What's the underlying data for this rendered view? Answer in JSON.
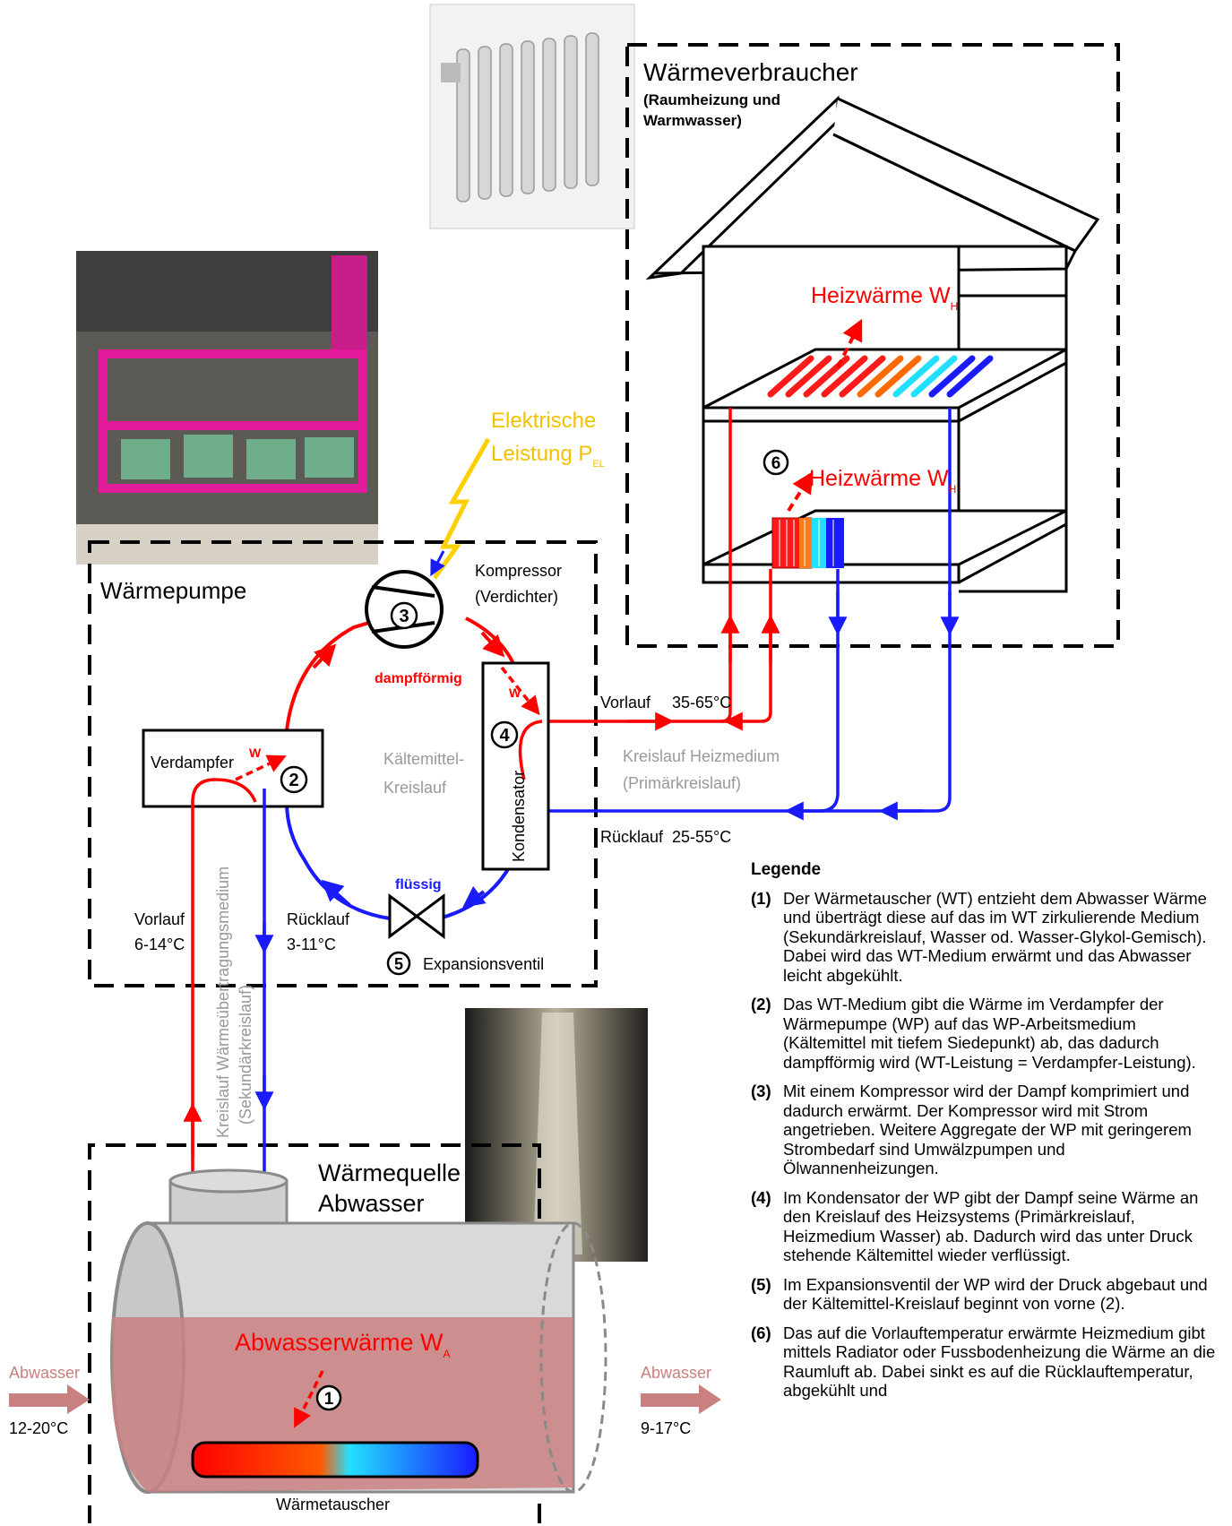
{
  "consumer": {
    "title": "Wärmeverbraucher",
    "subtitle_line1": "(Raumheizung und",
    "subtitle_line2": "Warmwasser)",
    "heat_upper": "Heizwärme W",
    "heat_upper_sub": "H",
    "heat_lower": "Heizwärme W",
    "heat_lower_sub": "H",
    "marker": "6"
  },
  "power": {
    "line1": "Elektrische",
    "line2": "Leistung P",
    "sub": "EL"
  },
  "heatpump": {
    "title": "Wärmepumpe",
    "compressor_line1": "Kompressor",
    "compressor_line2": "(Verdichter)",
    "compressor_marker": "3",
    "vapor_label": "dampfförmig",
    "w_condenser": "W",
    "w_evaporator": "W",
    "condenser_label": "Kondensator",
    "condenser_marker": "4",
    "evaporator_label": "Verdampfer",
    "evaporator_marker": "2",
    "refrigerant_line1": "Kältemittel-",
    "refrigerant_line2": "Kreislauf",
    "liquid_label": "flüssig",
    "valve_marker": "5",
    "valve_label": "Expansionsventil"
  },
  "primary": {
    "supply_label": "Vorlauf",
    "supply_temp": "35-65°C",
    "circuit_line1": "Kreislauf Heizmedium",
    "circuit_line2": "(Primärkreislauf)",
    "return_label": "Rücklauf",
    "return_temp": "25-55°C"
  },
  "secondary": {
    "supply_label": "Vorlauf",
    "supply_temp": "6-14°C",
    "return_label": "Rücklauf",
    "return_temp": "3-11°C",
    "circuit_line1": "Kreislauf Wärmeübertragungsmedium",
    "circuit_line2": "(Sekundärkreislauf)"
  },
  "source": {
    "title_line1": "Wärmequelle",
    "title_line2": "Abwasser",
    "heat_label": "Abwasserwärme W",
    "heat_sub": "A",
    "marker": "1",
    "exchanger_label": "Wärmetauscher",
    "in_label": "Abwasser",
    "in_temp": "12-20°C",
    "out_label": "Abwasser",
    "out_temp": "9-17°C"
  },
  "legend": {
    "title": "Legende",
    "items": [
      {
        "num": "(1)",
        "text": "Der Wärmetauscher (WT) entzieht dem Abwasser Wärme und überträgt diese auf das im WT zirkulierende Medium (Sekundärkreislauf, Wasser od. Wasser-Glykol-Gemisch). Dabei wird das WT-Medium erwärmt und das Abwasser leicht abgekühlt."
      },
      {
        "num": "(2)",
        "text": "Das WT-Medium gibt die Wärme im Verdampfer der Wärmepumpe (WP) auf das WP-Arbeitsmedium (Kältemittel mit tiefem Siedepunkt) ab, das dadurch dampfförmig wird (WT-Leistung = Verdampfer-Leistung)."
      },
      {
        "num": "(3)",
        "text": "Mit einem Kompressor wird der Dampf komprimiert und dadurch erwärmt. Der Kompressor wird mit Strom angetrieben. Weitere Aggregate der WP mit geringerem Strombedarf sind Umwälzpumpen und Ölwannenheizungen."
      },
      {
        "num": "(4)",
        "text": "Im Kondensator der WP gibt der Dampf seine Wärme an den Kreislauf des Heizsystems (Primärkreislauf, Heizmedium Wasser) ab. Dadurch wird das unter Druck stehende Kältemittel wieder verflüssigt."
      },
      {
        "num": "(5)",
        "text": "Im Expansionsventil der WP wird der Druck abgebaut und der Kältemittel-Kreislauf beginnt von vorne (2)."
      },
      {
        "num": "(6)",
        "text": "Das auf die Vorlauftemperatur erwärmte Heizmedium gibt mittels Radiator oder Fussbodenheizung die Wärme an die Raumluft ab. Dabei sinkt es auf die Rücklauftemperatur, abgekühlt und"
      }
    ]
  },
  "colors": {
    "hot": "#ff0000",
    "cold": "#1a1aff",
    "power": "#ffd000",
    "tank_fill": "#dddddd",
    "water": "#c98080"
  }
}
